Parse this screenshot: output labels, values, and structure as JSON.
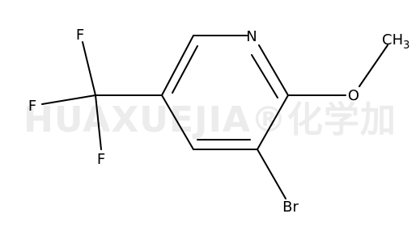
{
  "watermark": {
    "text": "HUAXUEJIA®化学加"
  },
  "molecule": {
    "atoms": {
      "n": "N",
      "o": "O",
      "br": "Br",
      "f_top": "F",
      "f_left": "F",
      "f_bottom": "F",
      "ch3_c": "CH",
      "ch3_sub": "3"
    }
  },
  "colors": {
    "bond": "#000000",
    "text": "#000000",
    "watermark": "#ececec"
  }
}
